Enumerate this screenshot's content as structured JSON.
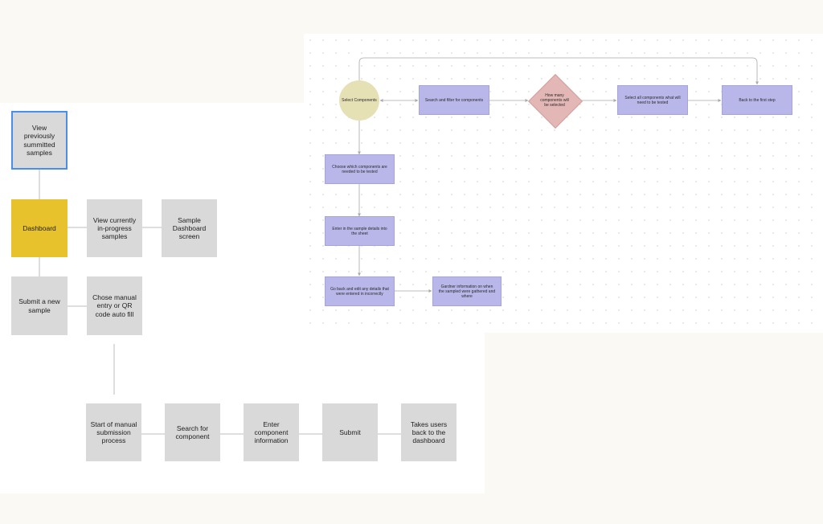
{
  "left_flow": {
    "view_previous": "View previously summitted samples",
    "dashboard": "Dashboard",
    "view_in_progress": "View currently in-progress samples",
    "sample_dashboard": "Sample Dashboard screen",
    "submit_new": "Submit a new sample",
    "chose_entry": "Chose manual entry or QR code auto fill"
  },
  "bottom_flow": {
    "start_manual": "Start of manual submission process",
    "search_component": "Search for component",
    "enter_info": "Enter component information",
    "submit": "Submit",
    "back_dashboard": "Takes users back to the dashboard"
  },
  "right_flow": {
    "select_components": "Select Components",
    "search_filter": "Search and filter for components",
    "decision": "How many components will be selected",
    "select_all": "Select all components what will need to be tested",
    "back_first": "Back to the first step",
    "choose_which": "Choose which components are needed to be tested",
    "enter_details": "Enter in the sample details into the sheet",
    "go_back_edit": "Go back and edit any details that were entered in incorrectly",
    "gardner_info": "Gardner information on when the sampled were gathered and where"
  },
  "colors": {
    "gray_node": "#d9d9d9",
    "dashboard_yellow": "#e8c22c",
    "selected_border": "#4a8fe7",
    "process_purple": "#b9b7ea",
    "start_circle": "#e6e0b5",
    "decision_pink": "#e3b7b5",
    "connector": "#b5b5b5"
  }
}
